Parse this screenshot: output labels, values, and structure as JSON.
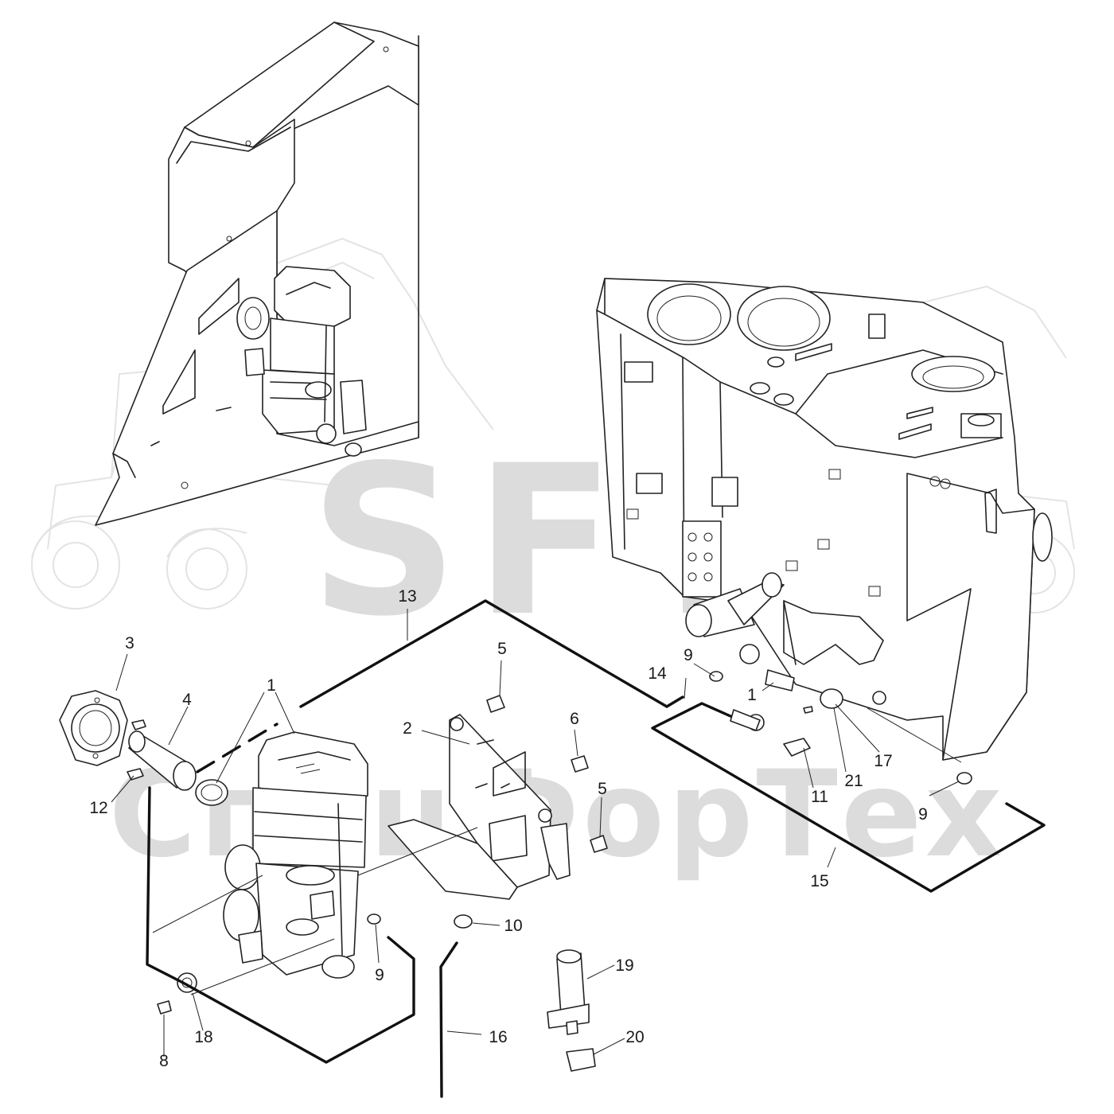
{
  "watermark": {
    "logo_text": "SFT",
    "brand_text": "СпецФорТех"
  },
  "callouts": {
    "c1a": "1",
    "c1b": "1",
    "c2": "2",
    "c3": "3",
    "c4": "4",
    "c5a": "5",
    "c5b": "5",
    "c6": "6",
    "c8": "8",
    "c9a": "9",
    "c9b": "9",
    "c9c": "9",
    "c10": "10",
    "c11": "11",
    "c12": "12",
    "c13": "13",
    "c14": "14",
    "c15": "15",
    "c16": "16",
    "c17": "17",
    "c18": "18",
    "c19": "19",
    "c20": "20",
    "c21": "21"
  },
  "icons": {
    "watermark": "tractor-loader-watermark",
    "heater": "fuel-heater-unit",
    "frame": "cab-frame-housing"
  }
}
